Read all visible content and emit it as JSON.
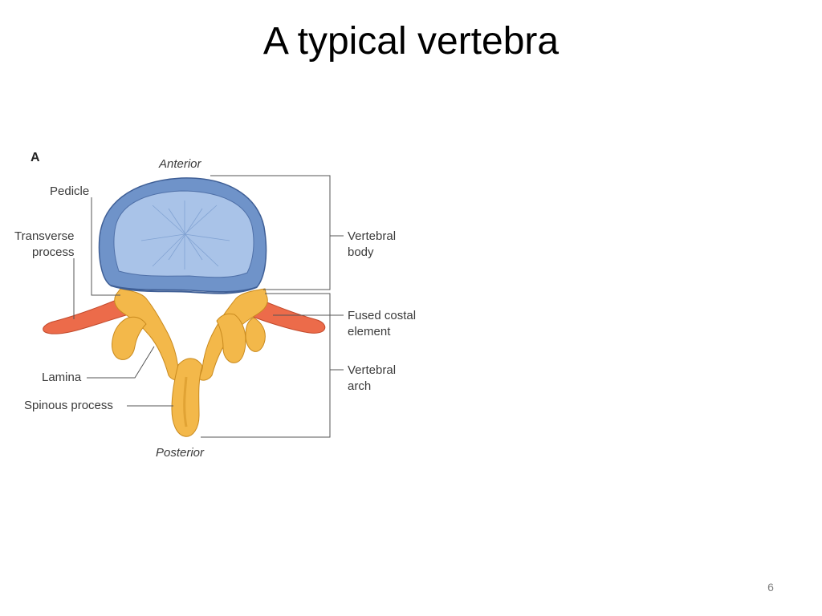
{
  "slide": {
    "title": "A typical vertebra",
    "page_number": "6"
  },
  "figure": {
    "panel_letter": "A",
    "orientation": {
      "top": "Anterior",
      "bottom": "Posterior"
    },
    "labels_left": {
      "pedicle": "Pedicle",
      "transverse_process_line1": "Transverse",
      "transverse_process_line2": "process",
      "lamina": "Lamina",
      "spinous_process": "Spinous process"
    },
    "labels_right": {
      "vertebral_body_line1": "Vertebral",
      "vertebral_body_line2": "body",
      "fused_costal_line1": "Fused costal",
      "fused_costal_line2": "element",
      "vertebral_arch_line1": "Vertebral",
      "vertebral_arch_line2": "arch"
    },
    "colors": {
      "body_fill": "#8fb0dc",
      "body_rim": "#5a7fb8",
      "body_inner": "#a9c3e8",
      "arch_fill": "#f3b84a",
      "arch_shadow": "#d99a2b",
      "costal_fill": "#ec6b4a",
      "leader": "#555555"
    }
  }
}
